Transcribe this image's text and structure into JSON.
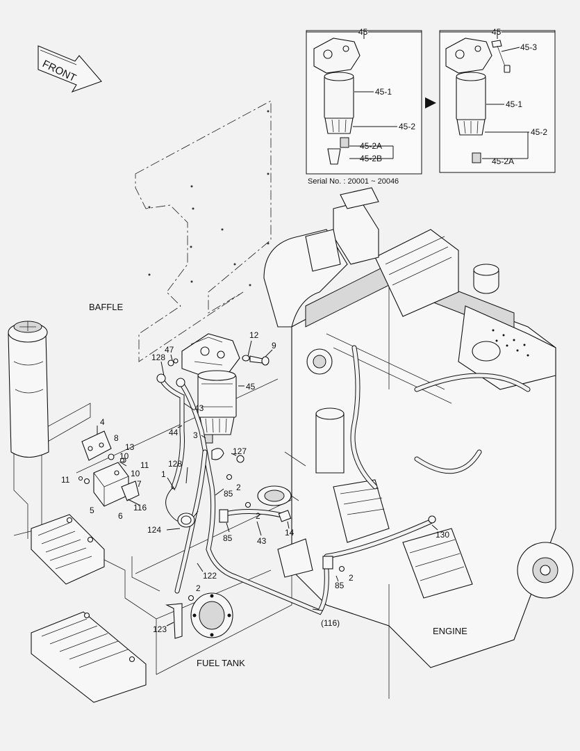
{
  "orientation": {
    "front_label": "FRONT"
  },
  "areas": {
    "baffle": "BAFFLE",
    "engine": "ENGINE",
    "fuel_tank": "FUEL TANK"
  },
  "inset_left": {
    "callouts": [
      "45",
      "45-1",
      "45-2",
      "45-2A",
      "45-2B"
    ],
    "serial": "Serial No. : 20001 ~ 20046"
  },
  "inset_right": {
    "callouts": [
      "45",
      "45-3",
      "45-1",
      "45-2",
      "45-2A"
    ]
  },
  "callouts": {
    "c45": "45",
    "c12": "12",
    "c9": "9",
    "c47": "47",
    "c128a": "128",
    "c43a": "43",
    "c44": "44",
    "c3": "3",
    "c127": "127",
    "c4": "4",
    "c8": "8",
    "c13": "13",
    "c10a": "10",
    "c11a": "11",
    "c10b": "10",
    "c11b": "11",
    "c7": "7",
    "c5": "5",
    "c6": "6",
    "c116": "116",
    "c128b": "128",
    "c1": "1",
    "c2a": "2",
    "c85a": "85",
    "c2b": "2",
    "c124": "124",
    "c85b": "85",
    "c43b": "43",
    "c14": "14",
    "c130": "130",
    "c2c": "2",
    "c85c": "85",
    "c122": "122",
    "c2d": "2",
    "c123": "123",
    "c116b": "(116)"
  }
}
